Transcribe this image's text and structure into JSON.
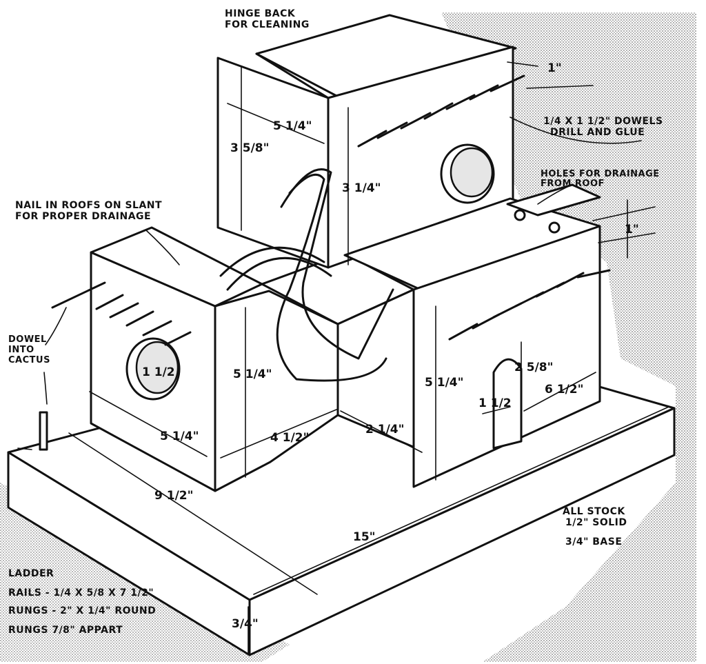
{
  "notes": {
    "hinge": [
      "HINGE BACK",
      "FOR CLEANING"
    ],
    "dowels": [
      "1/4 X 1 1/2\" DOWELS",
      "DRILL AND GLUE"
    ],
    "drainage_holes": [
      "HOLES FOR DRAINAGE",
      "FROM ROOF"
    ],
    "nail_roofs": [
      "NAIL IN ROOFS ON SLANT",
      "FOR PROPER DRAINAGE"
    ],
    "dowel_cactus": [
      "DOWEL",
      "INTO",
      "CACTUS"
    ],
    "stock": [
      "ALL STOCK",
      "1/2\" SOLID",
      "3/4\" BASE"
    ],
    "ladder": [
      "LADDER",
      "RAILS - 1/4 X 5/8 X 7 1/2\"",
      "RUNGS - 2\" X 1/4\" ROUND",
      "RUNGS 7/8\" APPART"
    ]
  },
  "dimensions": {
    "top_back_width": "5 1/4\"",
    "top_back_height": "3 5/8\"",
    "top_front_height": "3 1/4\"",
    "dowel_spacing": "1\"",
    "drain_spacing": "1\"",
    "left_hole": "1 1/2",
    "left_front_height": "5 1/4\"",
    "left_front_width": "5 1/4\"",
    "left_side_width": "4 1/2\"",
    "center_gap": "2 1/4\"",
    "right_front_height": "5 1/4\"",
    "arch_height": "2 5/8\"",
    "arch_width": "1 1/2",
    "right_width": "6 1/2\"",
    "base_depth": "9 1/2\"",
    "base_length": "15\"",
    "base_thickness": "3/4\""
  }
}
